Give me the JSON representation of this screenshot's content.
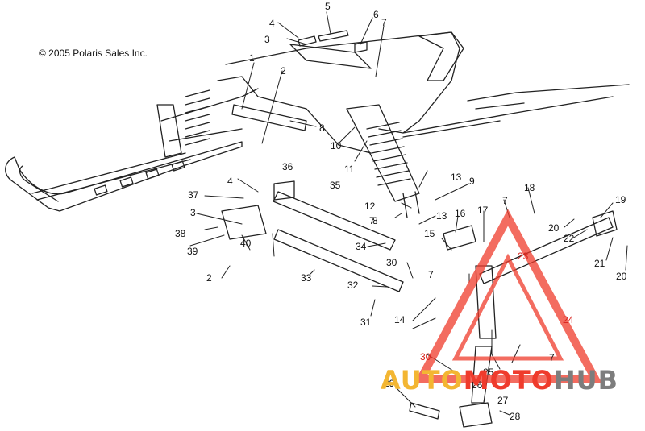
{
  "copyright": "© 2005 Polaris Sales Inc.",
  "watermark": {
    "part1": "AUTO",
    "part2": "MOTO",
    "part3": "HUB",
    "colors": {
      "auto": "#f3b632",
      "moto": "#ef3b2c",
      "hub": "#7d7d7d",
      "triangle": "#ef3b2c"
    }
  },
  "callouts": [
    "1",
    "2",
    "2",
    "3",
    "3",
    "4",
    "4",
    "5",
    "6",
    "7",
    "7",
    "7",
    "7",
    "7",
    "8",
    "8",
    "9",
    "10",
    "11",
    "12",
    "13",
    "13",
    "14",
    "15",
    "16",
    "17",
    "18",
    "19",
    "20",
    "20",
    "21",
    "22",
    "23",
    "24",
    "25",
    "26",
    "27",
    "28",
    "29",
    "30",
    "30",
    "31",
    "32",
    "33",
    "34",
    "35",
    "36",
    "37",
    "38",
    "39",
    "40"
  ]
}
